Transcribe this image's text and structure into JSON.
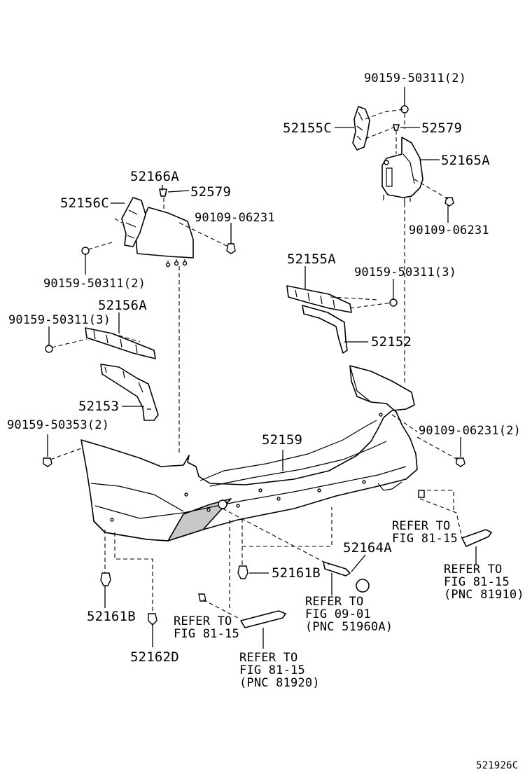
{
  "figure_code": "521926C",
  "callouts": {
    "c90159_top": "90159-50311(2)",
    "c52155C": "52155C",
    "c52579_r": "52579",
    "c52165A": "52165A",
    "c90109_r": "90109-06231",
    "c52166A": "52166A",
    "c52579_l": "52579",
    "c52156C": "52156C",
    "c90109_l": "90109-06231",
    "c90159_l2": "90159-50311(2)",
    "c52155A": "52155A",
    "c90159_r3": "90159-50311(3)",
    "c52156A": "52156A",
    "c90159_l3": "90159-50311(3)",
    "c52152": "52152",
    "c52153": "52153",
    "c90159_53": "90159-50353(2)",
    "c52159": "52159",
    "c90109_2": "90109-06231(2)",
    "c52164A": "52164A",
    "c52161B_c": "52161B",
    "c52161B_l": "52161B",
    "c52162D": "52162D"
  },
  "refers": {
    "r1_l1": "REFER TO",
    "r1_l2": "FIG 81-15",
    "r2_l1": "REFER TO",
    "r2_l2": "FIG 81-15",
    "r2_l3": "(PNC 81910)",
    "r3_l1": "REFER TO",
    "r3_l2": "FIG 09-01",
    "r3_l3": "(PNC 51960A)",
    "r4_l1": "REFER TO",
    "r4_l2": "FIG 81-15",
    "r5_l1": "REFER TO",
    "r5_l2": "FIG 81-15",
    "r5_l3": "(PNC 81920)"
  }
}
